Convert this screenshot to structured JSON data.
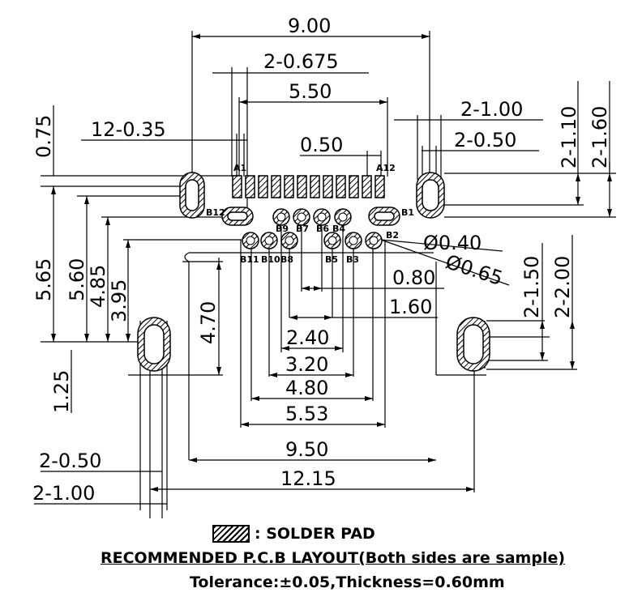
{
  "dims": {
    "d_9_00": "9.00",
    "d_2_0675": "2-0.675",
    "d_5_50": "5.50",
    "d_0_75": "0.75",
    "d_12_035": "12-0.35",
    "d_0_50": "0.50",
    "d_2_100_top": "2-1.00",
    "d_2_050_top": "2-0.50",
    "d_2_110": "2-1.10",
    "d_2_160": "2-1.60",
    "d_5_65": "5.65",
    "d_5_60": "5.60",
    "d_4_85": "4.85",
    "d_3_95": "3.95",
    "d_4_70": "4.70",
    "d_phi040": "Ø0.40",
    "d_phi065": "Ø0.65",
    "d_0_80": "0.80",
    "d_1_60": "1.60",
    "d_2_150": "2-1.50",
    "d_2_200": "2-2.00",
    "d_2_40": "2.40",
    "d_3_20": "3.20",
    "d_4_80": "4.80",
    "d_5_53": "5.53",
    "d_1_25": "1.25",
    "d_2_050_bot": "2-0.50",
    "d_9_50": "9.50",
    "d_12_15": "12.15",
    "d_2_100_bot": "2-1.00"
  },
  "pins": {
    "a1": "A1",
    "a12": "A12",
    "b12": "B12",
    "b1": "B1",
    "b9": "B9",
    "b7": "B7",
    "b6": "B6",
    "b4": "B4",
    "b11": "B11",
    "b10": "B10",
    "b8": "B8",
    "b5": "B5",
    "b3": "B3",
    "b2": "B2"
  },
  "legend": {
    "label": ": SOLDER PAD"
  },
  "title": "RECOMMENDED P.C.B LAYOUT(Both sides are sample)",
  "tolerance": "Tolerance:±0.05,Thickness=0.60mm"
}
